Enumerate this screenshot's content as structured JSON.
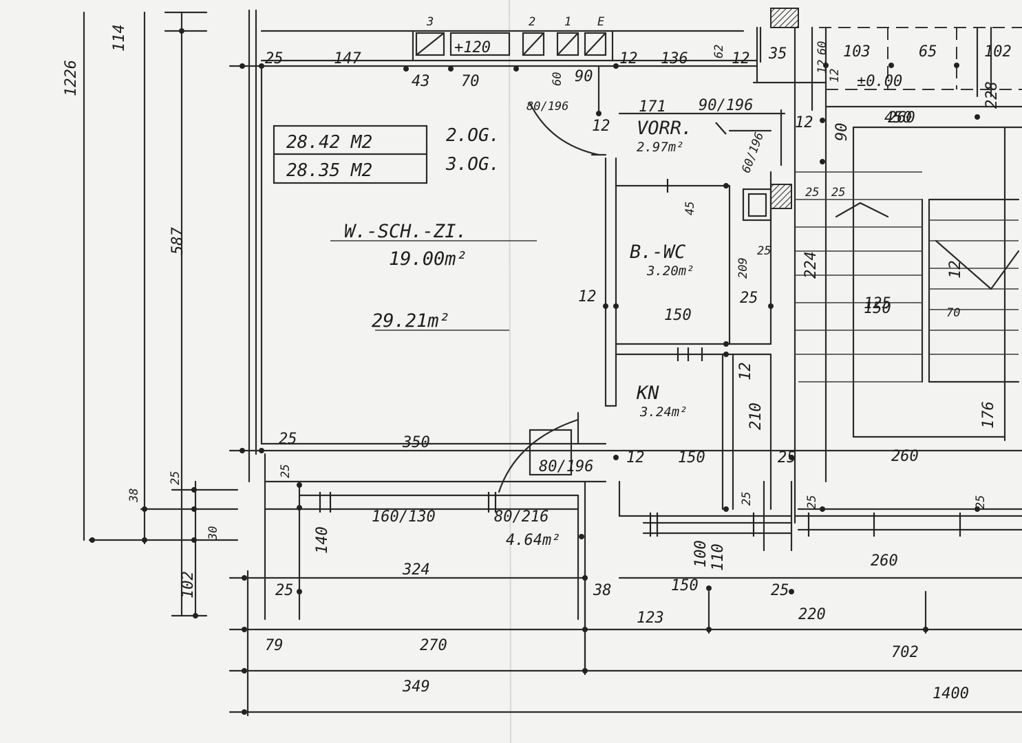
{
  "rooms": {
    "living": {
      "name": "W.-SCH.-ZI.",
      "area": "19.00m²",
      "total": "29.21m²"
    },
    "hall": {
      "name": "VORR.",
      "area": "2.97m²"
    },
    "bath": {
      "name": "B.-WC",
      "area": "3.20m²"
    },
    "kitchen": {
      "name": "KN",
      "area": "3.24m²"
    }
  },
  "area_table": {
    "rows": [
      {
        "area": "28.42 M2",
        "floor": "2.OG."
      },
      {
        "area": "28.35 M2",
        "floor": "3.OG."
      }
    ]
  },
  "doors": {
    "entry": "80/196",
    "hall_right": "90/196",
    "bath": "60/196",
    "kitchen": "80/196",
    "window_living": "160/130",
    "balcony": "80/216"
  },
  "levels": {
    "floor": "±0.00",
    "balcony_area": "4.64m²"
  },
  "dims": {
    "top": [
      "25",
      "147",
      "3",
      "+120",
      "2",
      "1",
      "E",
      "43",
      "70",
      "90",
      "60",
      "12",
      "136",
      "62",
      "12",
      "35",
      "60",
      "103",
      "65",
      "102",
      "171",
      "12",
      "12",
      "90",
      "260",
      "228",
      "12",
      "12"
    ],
    "left": [
      "1226",
      "114",
      "587",
      "38",
      "25",
      "30",
      "102"
    ],
    "middle": [
      "25",
      "350",
      "25",
      "140",
      "324",
      "25",
      "38",
      "79",
      "270",
      "349",
      "12",
      "150",
      "25",
      "210",
      "12",
      "150",
      "100",
      "110",
      "25",
      "150",
      "25",
      "123",
      "220",
      "702",
      "1400"
    ],
    "right": [
      "25",
      "25",
      "45",
      "25",
      "209",
      "25",
      "12",
      "150",
      "125",
      "70",
      "176",
      "260",
      "25",
      "260",
      "25",
      "450",
      "224",
      "12"
    ]
  }
}
